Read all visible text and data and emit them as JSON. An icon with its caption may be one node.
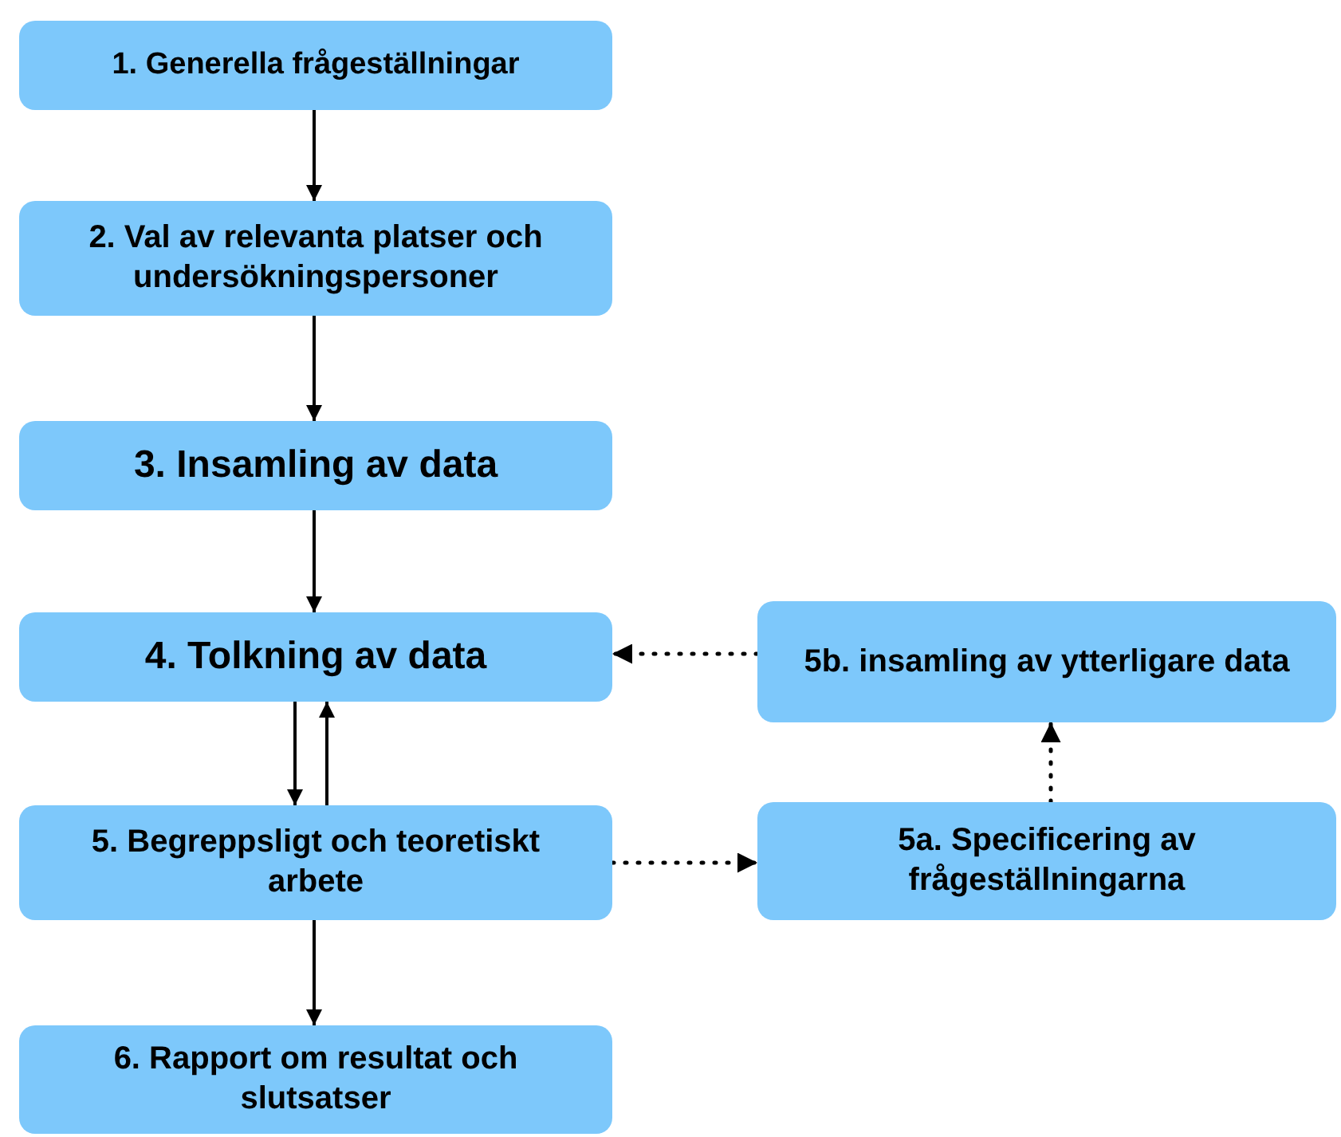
{
  "diagram": {
    "nodes": [
      {
        "text": [
          "1. Generella frågeställningar"
        ]
      },
      {
        "text": [
          "2. Val av relevanta platser och undersökningspersoner"
        ]
      },
      {
        "text": [
          "3. Insamling av data"
        ]
      },
      {
        "text": [
          "4. Tolkning av data"
        ]
      },
      {
        "text": [
          "5. Begreppsligt och teoretiskt arbete"
        ]
      },
      {
        "text": [
          "6. Rapport om resultat och slutsatser"
        ]
      },
      {
        "text": [
          "5b. insamling av ytterligare data"
        ]
      },
      {
        "text": [
          "5a. Specificering av frågeställningarna"
        ]
      }
    ],
    "edges": [
      {
        "from": 0,
        "to": 1,
        "arrow": "to"
      },
      {
        "from": 1,
        "to": 2,
        "arrow": "to"
      },
      {
        "from": 2,
        "to": 3,
        "arrow": "to"
      },
      {
        "from": 3,
        "to": 4,
        "arrow": "to"
      },
      {
        "from": 4,
        "to": 3,
        "arrow": "to"
      },
      {
        "from": 4,
        "to": 5,
        "arrow": "to"
      },
      {
        "from": 4,
        "to": 7,
        "arrow": "to",
        "style": "dashed"
      },
      {
        "from": 7,
        "to": 6,
        "arrow": "to",
        "style": "dashed"
      },
      {
        "from": 6,
        "to": 3,
        "arrow": "to",
        "style": "dashed"
      }
    ]
  }
}
